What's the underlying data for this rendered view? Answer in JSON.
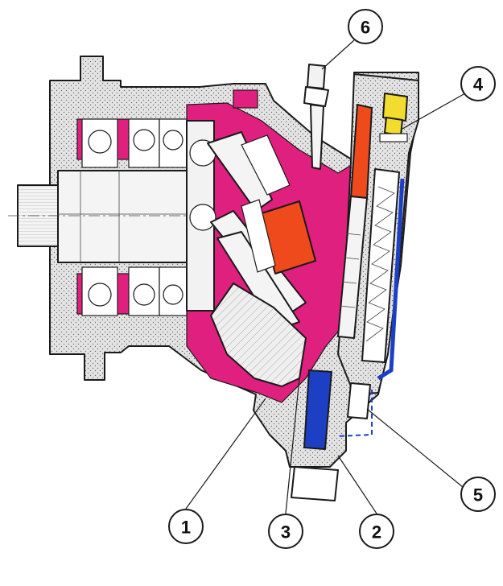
{
  "diagram": {
    "colors": {
      "housing": "#dcdcdc",
      "pressure_oil": "#e0207e",
      "control_piston": "#ee4a1c",
      "return_passage": "#1c3fc4",
      "adjust_screw": "#f2dd2e",
      "steel": "#ececec",
      "outline": "#1a1a1a"
    },
    "callouts": [
      {
        "number": "1"
      },
      {
        "number": "2"
      },
      {
        "number": "3"
      },
      {
        "number": "4"
      },
      {
        "number": "5"
      },
      {
        "number": "6"
      }
    ]
  }
}
